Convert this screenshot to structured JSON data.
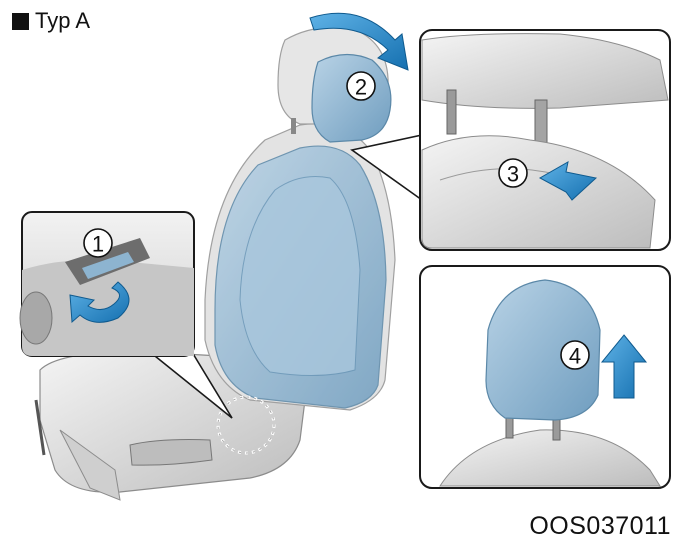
{
  "header": {
    "marker": "■",
    "variant_label": "Typ A"
  },
  "figure_code": "OOS037011",
  "steps": [
    {
      "number": "1"
    },
    {
      "number": "2"
    },
    {
      "number": "3"
    },
    {
      "number": "4"
    }
  ],
  "colors": {
    "seat_gray": "#d9d9d9",
    "seat_dark": "#9a9a9a",
    "seat_blue": "#7fa9c6",
    "arrow_blue": "#1f7fbf",
    "panel_border": "#1a1a1a"
  }
}
